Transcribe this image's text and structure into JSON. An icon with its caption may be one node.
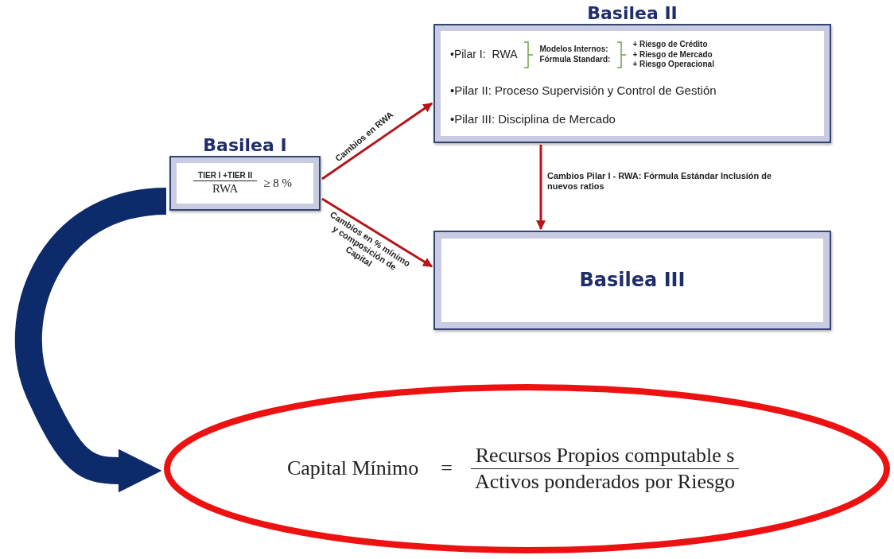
{
  "diagram": {
    "nodes": [
      {
        "text": [
          "Basilea I",
          "TIER I +TIER II",
          "RWA",
          "≥ 8 %"
        ]
      },
      {
        "text": [
          "Basilea II",
          "•Pilar I:",
          "RWA",
          "Modelos Internos:",
          "Fórmula Standard:",
          "+ Riesgo de Crédito",
          "+ Riesgo de Mercado",
          "+ Riesgo Operacional",
          "•Pilar II: Proceso Supervisión y Control de Gestión",
          "•Pilar III: Disciplina de Mercado"
        ]
      },
      {
        "text": [
          "Basilea III"
        ]
      },
      {
        "text": [
          "Capital Mínimo",
          "=",
          "Recursos Propios computable s",
          "Activos ponderados por Riesgo"
        ]
      }
    ],
    "edges": [
      {
        "from": 0,
        "to": 1,
        "arrow": "to",
        "label": "Cambios en RWA"
      },
      {
        "from": 0,
        "to": 2,
        "arrow": "to",
        "label": "Cambios en % mínimo y composición de Capital"
      },
      {
        "from": 1,
        "to": 2,
        "arrow": "to",
        "label": "Cambios Pilar I - RWA: Fórmula Estándar Inclusión de nuevos ratios"
      },
      {
        "from": 0,
        "to": 3,
        "arrow": "to",
        "style": "thick",
        "color": "#0d2a6b"
      }
    ]
  }
}
